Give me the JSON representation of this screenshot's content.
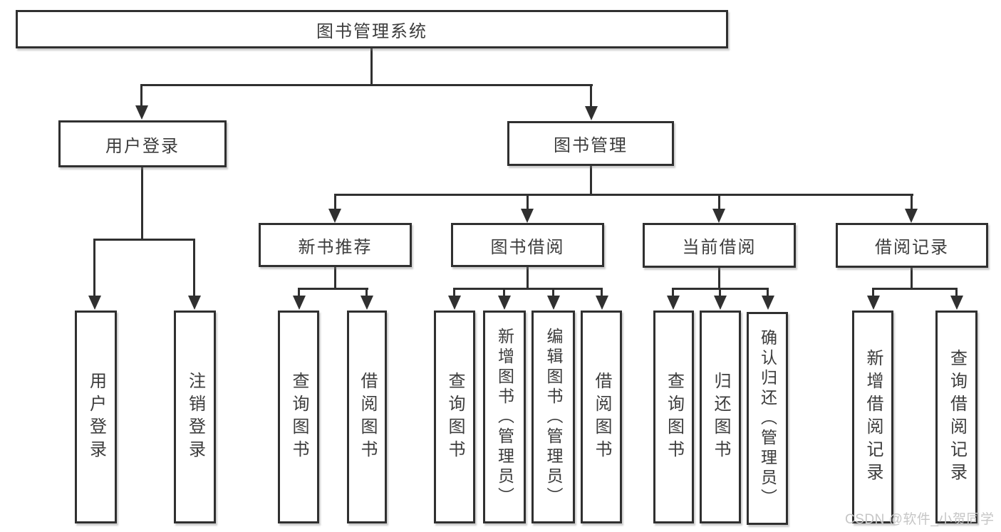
{
  "tree": {
    "label": "图书管理系统",
    "children": [
      {
        "label": "用户登录",
        "children": [
          {
            "label": "用户登录"
          },
          {
            "label": "注销登录"
          }
        ]
      },
      {
        "label": "图书管理",
        "children": [
          {
            "label": "新书推荐",
            "children": [
              {
                "label": "查询图书"
              },
              {
                "label": "借阅图书"
              }
            ]
          },
          {
            "label": "图书借阅",
            "children": [
              {
                "label": "查询图书"
              },
              {
                "label": "新增图书（管理员）"
              },
              {
                "label": "编辑图书（管理员）"
              },
              {
                "label": "借阅图书"
              }
            ]
          },
          {
            "label": "当前借阅",
            "children": [
              {
                "label": "查询图书"
              },
              {
                "label": "归还图书"
              },
              {
                "label": "确认归还（管理员）"
              }
            ]
          },
          {
            "label": "借阅记录",
            "children": [
              {
                "label": "新增借阅记录"
              },
              {
                "label": "查询借阅记录"
              }
            ]
          }
        ]
      }
    ]
  },
  "watermark": {
    "text": "CSDN @软件_小贺同学"
  },
  "colors": {
    "line": "#303030",
    "box_border": "#303030",
    "box_fill": "#ffffff",
    "text": "#3c3c3c",
    "watermark": "#c6c6c6",
    "background": "#ffffff"
  }
}
